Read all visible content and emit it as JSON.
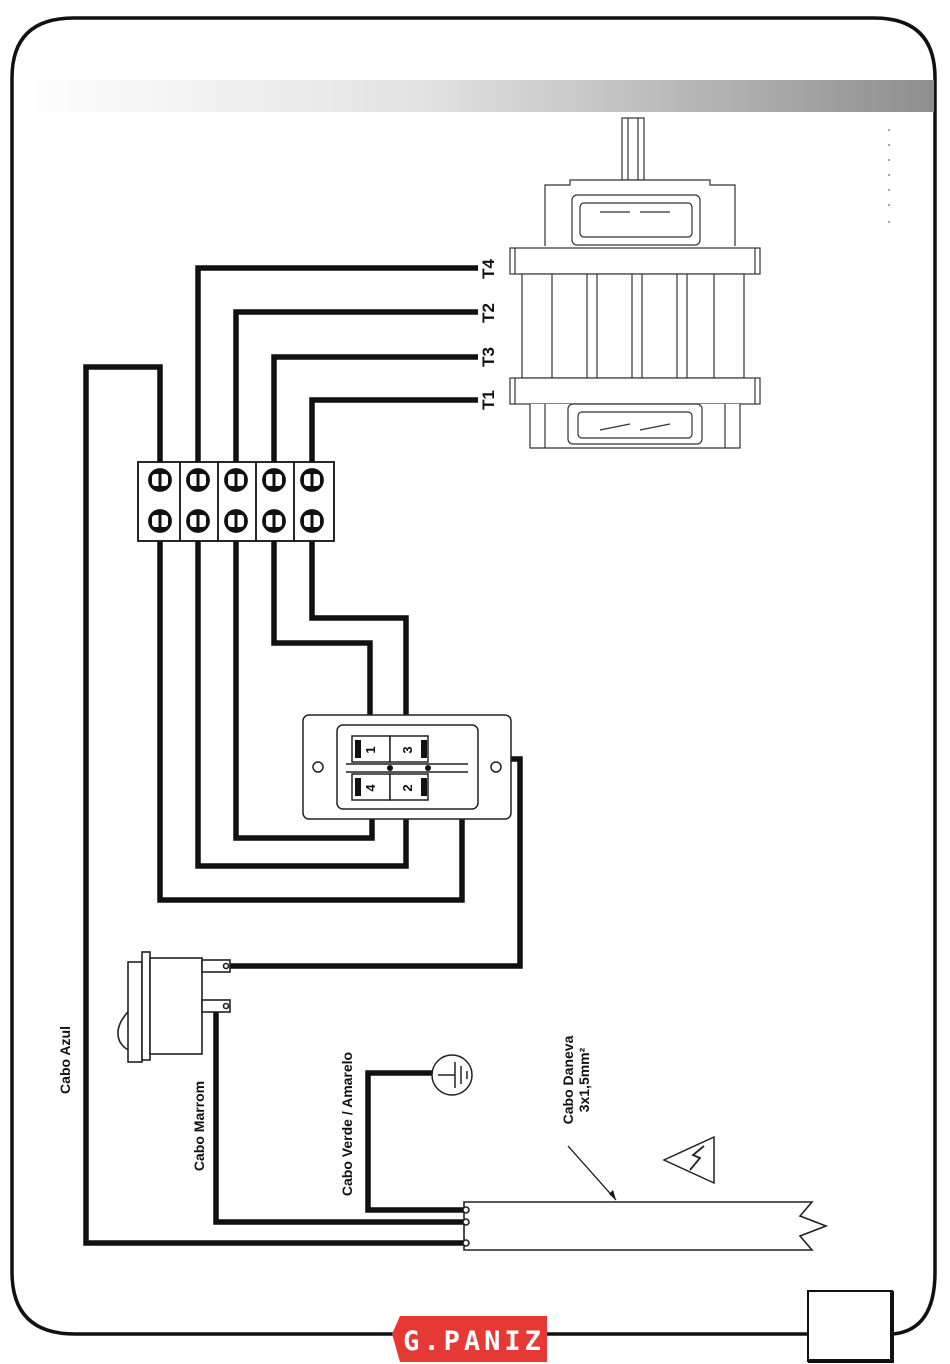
{
  "terminals": [
    "T4",
    "T2",
    "T3",
    "T1"
  ],
  "switch_contacts": [
    "1",
    "3",
    "4",
    "2"
  ],
  "cables": {
    "blue": "Cabo Azul",
    "brown": "Cabo Marrom",
    "ground": "Cabo Verde / Amarelo",
    "power_line1": "Cabo Daneva",
    "power_line2": "3x1,5mm²"
  },
  "logo": {
    "text": "G.PANIZ",
    "color": "#e53935"
  },
  "colors": {
    "wire": "#111111",
    "outline": "#222222"
  }
}
